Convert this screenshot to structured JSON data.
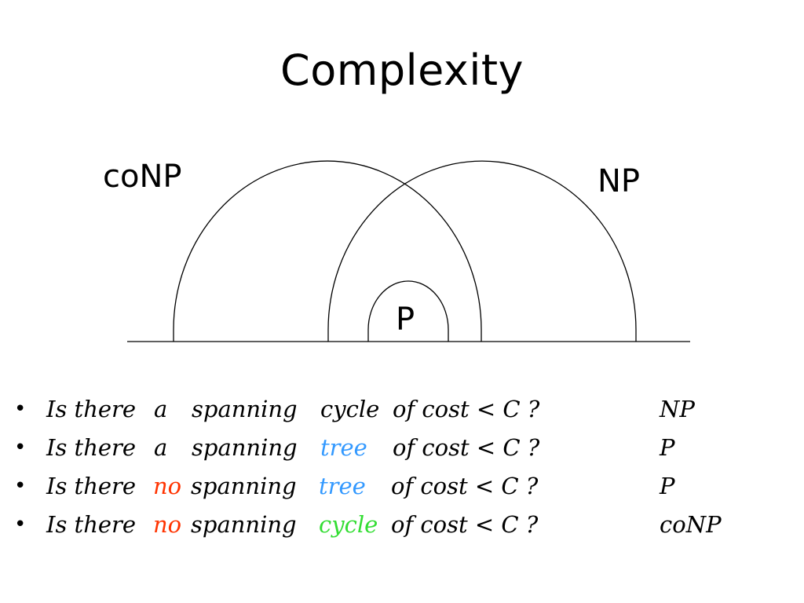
{
  "slide": {
    "title": "Complexity"
  },
  "diagram": {
    "labels": {
      "conp": "coNP",
      "np": "NP",
      "p": "P"
    },
    "line_color": "#000000"
  },
  "questions": [
    {
      "bullet": "•",
      "prefix": "Is there",
      "quantifier": "a",
      "spanning": "spanning",
      "object": "cycle",
      "object_color": "#000000",
      "suffix": "of cost < C ?",
      "answer": "NP"
    },
    {
      "bullet": "•",
      "prefix": "Is there",
      "quantifier": "a",
      "spanning": "spanning",
      "object": "tree",
      "object_color": "#3399ff",
      "suffix": "of cost < C ?",
      "answer": "P"
    },
    {
      "bullet": "•",
      "prefix": "Is there",
      "quantifier": "no",
      "quantifier_color": "#ff3300",
      "spanning": "spanning",
      "object": "tree",
      "object_color": "#3399ff",
      "suffix": "of cost < C ?",
      "answer": "P"
    },
    {
      "bullet": "•",
      "prefix": "Is there",
      "quantifier": "no",
      "quantifier_color": "#ff3300",
      "spanning": "spanning",
      "object": "cycle",
      "object_color": "#33dd33",
      "suffix": "of cost < C ?",
      "answer": "coNP"
    }
  ]
}
